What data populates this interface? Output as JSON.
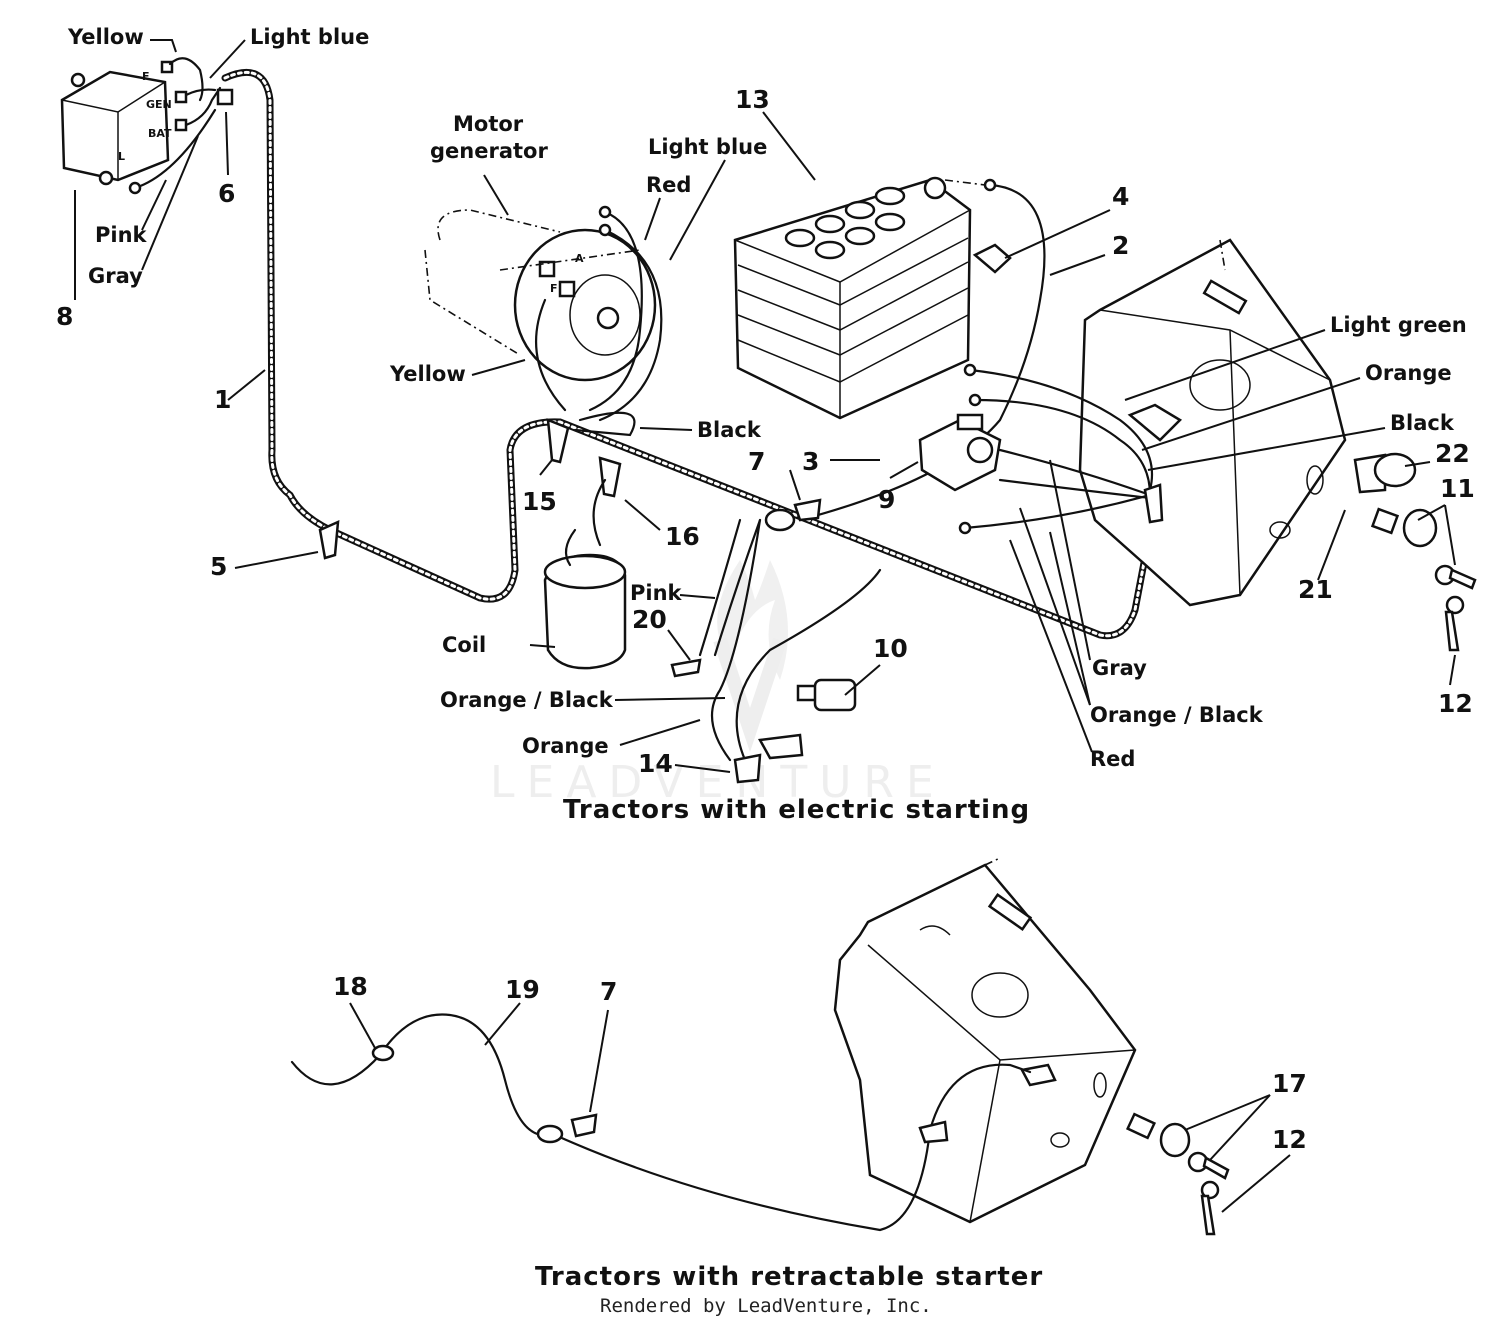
{
  "labels": {
    "yellow_top": "Yellow",
    "light_blue_top": "Light blue",
    "pink_reg": "Pink",
    "gray_reg": "Gray",
    "motor_gen_1": "Motor",
    "motor_gen_2": "generator",
    "light_blue_gen": "Light blue",
    "red_gen": "Red",
    "yellow_gen": "Yellow",
    "black_mid": "Black",
    "coil": "Coil",
    "pink_mid": "Pink",
    "orange_black_mid": "Orange / Black",
    "orange_mid": "Orange",
    "light_green": "Light green",
    "orange_right": "Orange",
    "black_right": "Black",
    "gray_bottom": "Gray",
    "orange_black_right": "Orange / Black",
    "red_bottom": "Red"
  },
  "regulator_terminals": {
    "f": "F",
    "gen": "GEN",
    "bat": "BAT",
    "l": "L"
  },
  "generator_terminals": {
    "a": "A",
    "f": "F"
  },
  "numbers": {
    "n1": "1",
    "n2": "2",
    "n3": "3",
    "n4": "4",
    "n5": "5",
    "n6": "6",
    "n7": "7",
    "n8": "8",
    "n9": "9",
    "n10": "10",
    "n11": "11",
    "n12": "12",
    "n13": "13",
    "n14": "14",
    "n15": "15",
    "n16": "16",
    "n20": "20",
    "n21": "21",
    "n22": "22",
    "b18": "18",
    "b19": "19",
    "b7": "7",
    "b17": "17",
    "b12": "12"
  },
  "captions": {
    "electric": "Tractors with electric starting",
    "retractable": "Tractors with retractable starter",
    "credit": "Rendered by LeadVenture, Inc."
  },
  "watermark": "LEADVENTURE"
}
